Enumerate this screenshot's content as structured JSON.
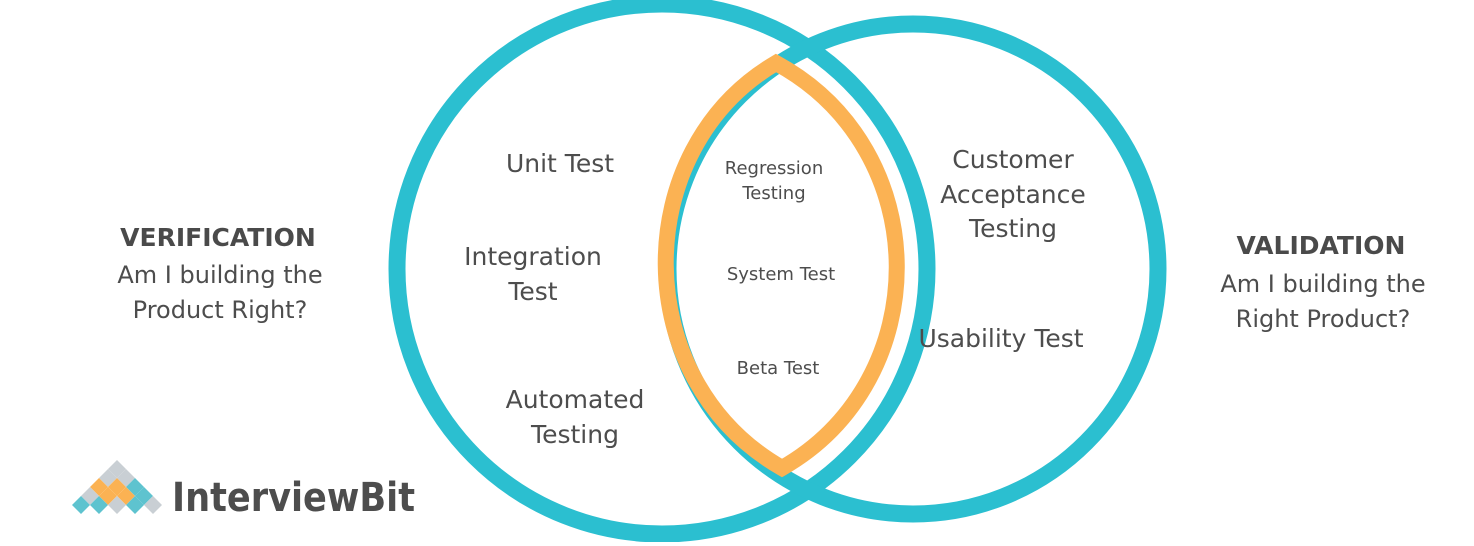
{
  "colors": {
    "circle": "#2bbfd0",
    "overlap": "#fbb253",
    "text": "#4d4d4d",
    "heading": "#4a4a4a",
    "logo_text": "#4d4d4d",
    "logo_orange": "#fbb253",
    "logo_teal": "#5ec3cf",
    "logo_gray": "#c9cfd4"
  },
  "left_panel": {
    "heading": "VERIFICATION",
    "question_line1": "Am I building the",
    "question_line2": "Product Right?"
  },
  "right_panel": {
    "heading": "VALIDATION",
    "question_line1": "Am I building the",
    "question_line2": "Right Product?"
  },
  "verification_items": {
    "unit_test": "Unit Test",
    "integration_line1": "Integration",
    "integration_line2": "Test",
    "automated_line1": "Automated",
    "automated_line2": "Testing"
  },
  "overlap_items": {
    "regression_line1": "Regression",
    "regression_line2": "Testing",
    "system_test": "System Test",
    "beta_test": "Beta Test"
  },
  "validation_items": {
    "customer_line1": "Customer",
    "customer_line2": "Acceptance",
    "customer_line3": "Testing",
    "usability_test": "Usability Test"
  },
  "logo": {
    "text": "InterviewBit",
    "icon": "diamond-grid-logo-icon"
  }
}
